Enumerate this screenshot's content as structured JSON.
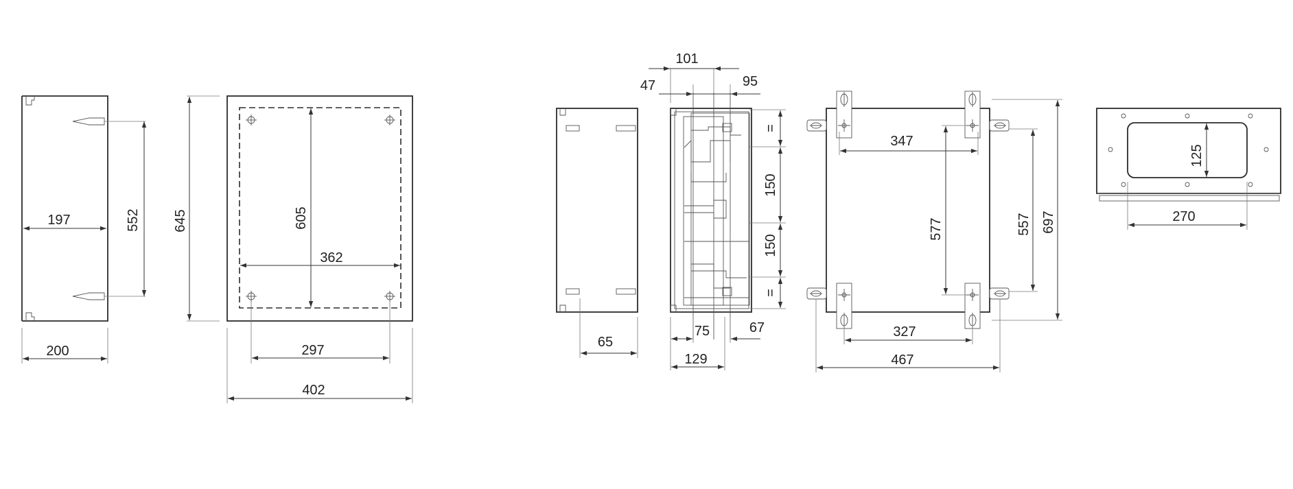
{
  "dimensions": {
    "side_view": {
      "inner_depth": "197",
      "mount_height": "552",
      "depth": "200"
    },
    "front_view": {
      "height": "645",
      "inner_height": "605",
      "inner_width": "362",
      "hole_spacing": "297",
      "width": "402"
    },
    "section_view": {
      "lip": "65",
      "top_offset": "101",
      "left_offset": "47",
      "right_offset": "95",
      "rail_spacing_1": "150",
      "rail_spacing_2": "150",
      "equal_1": "=",
      "equal_2": "=",
      "bottom_a": "75",
      "bottom_b": "67",
      "bottom_depth": "129"
    },
    "back_view": {
      "bracket_width_top": "347",
      "inner_height": "577",
      "hole_height": "557",
      "overall_height": "697",
      "bracket_width_bottom": "327",
      "overall_width": "467"
    },
    "gland_plate": {
      "cutout_height": "125",
      "cutout_width": "270"
    }
  }
}
